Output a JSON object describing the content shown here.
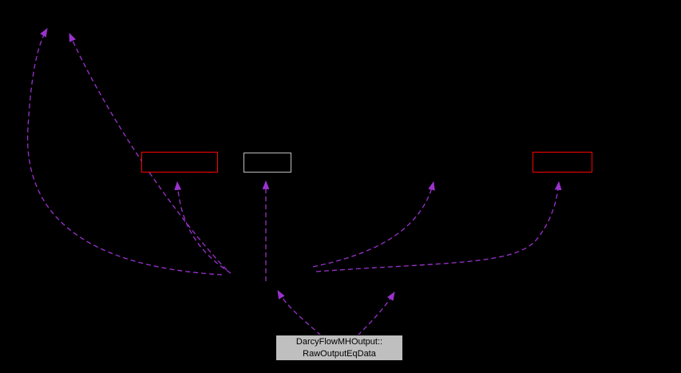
{
  "diagram": {
    "type": "collaboration-graph",
    "background_color": "#000000",
    "edge_color": "#9a32cd",
    "edge_style": "dashed",
    "main_node": {
      "label_line1": "DarcyFlowMHOutput::",
      "label_line2": "RawOutputEqData",
      "fill_color": "#bfbfbf",
      "border_color": "#000000",
      "text_color": "#000000"
    },
    "nodes": [
      {
        "id": "truncated-node-left",
        "label": "",
        "border_color": "#ff0000",
        "fill_color": "#000000"
      },
      {
        "id": "plain-node-center",
        "label": "",
        "border_color": "#bfbfbf",
        "fill_color": "#000000"
      },
      {
        "id": "truncated-node-right",
        "label": "",
        "border_color": "#ff0000",
        "fill_color": "#000000"
      }
    ]
  }
}
